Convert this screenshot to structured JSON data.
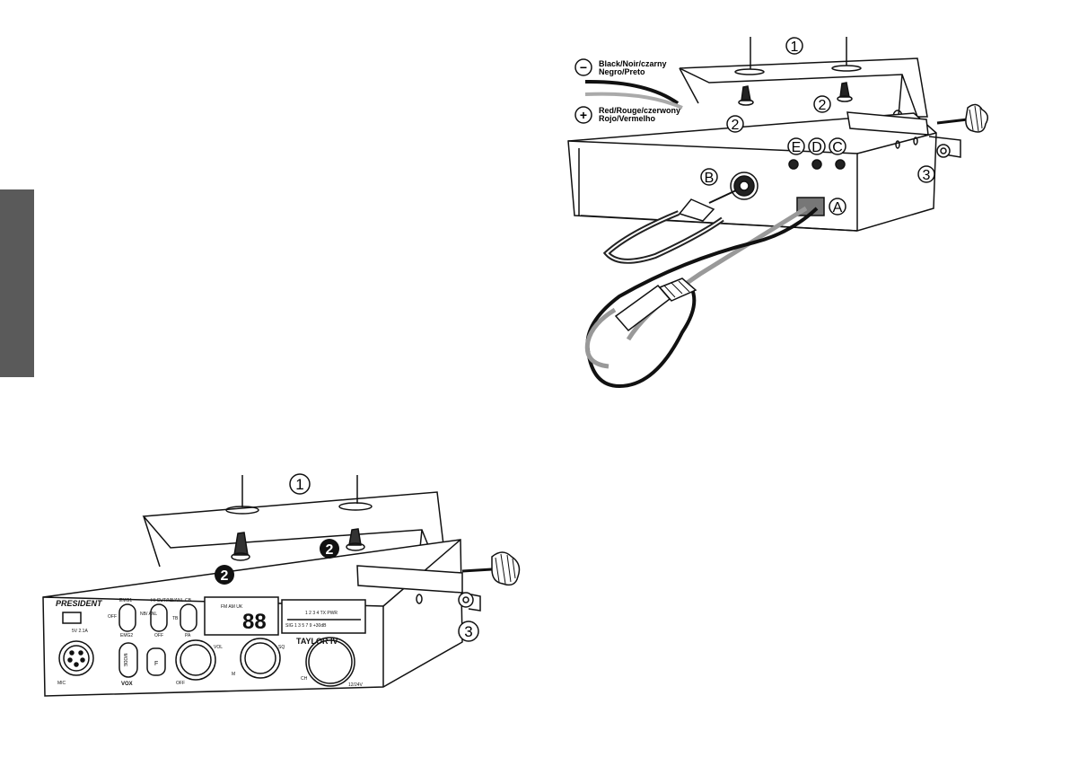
{
  "wires": {
    "negative_label_line1": "Black/Noir/czarny",
    "negative_label_line2": "Negro/Preto",
    "positive_label_line1": "Red/Rouge/czerwony",
    "positive_label_line2": "Rojo/Vermelho",
    "minus_symbol": "−",
    "plus_symbol": "+"
  },
  "callouts": {
    "one": "1",
    "two": "2",
    "three": "3",
    "A": "A",
    "B": "B",
    "C": "C",
    "D": "D",
    "E": "E"
  },
  "radio_panel": {
    "brand": "PRESIDENT",
    "model": "TAYLOR IV",
    "usb_label": "5V 2.1A",
    "emg1": "EMG1",
    "emg2": "EMG2",
    "off1": "OFF",
    "hicut": "HI-CUT/NB/ANL",
    "nb_anl": "NB/\nANL",
    "off2": "OFF",
    "cb": "CB",
    "pa": "PA",
    "tb": "TB",
    "mode": "MODE",
    "vox": "VOX",
    "f_key": "F",
    "vol": "VOL",
    "off3": "OFF",
    "sq": "SQ",
    "m": "M",
    "ch": "CH",
    "mic": "MIC",
    "voltage": "12/24V",
    "display_modes": "FM AM UK",
    "display_big": "88",
    "meter_top": "1  2  3 4  TX  PWR",
    "meter_bottom": "SIG  1    3    5  7  9  +30dB"
  }
}
